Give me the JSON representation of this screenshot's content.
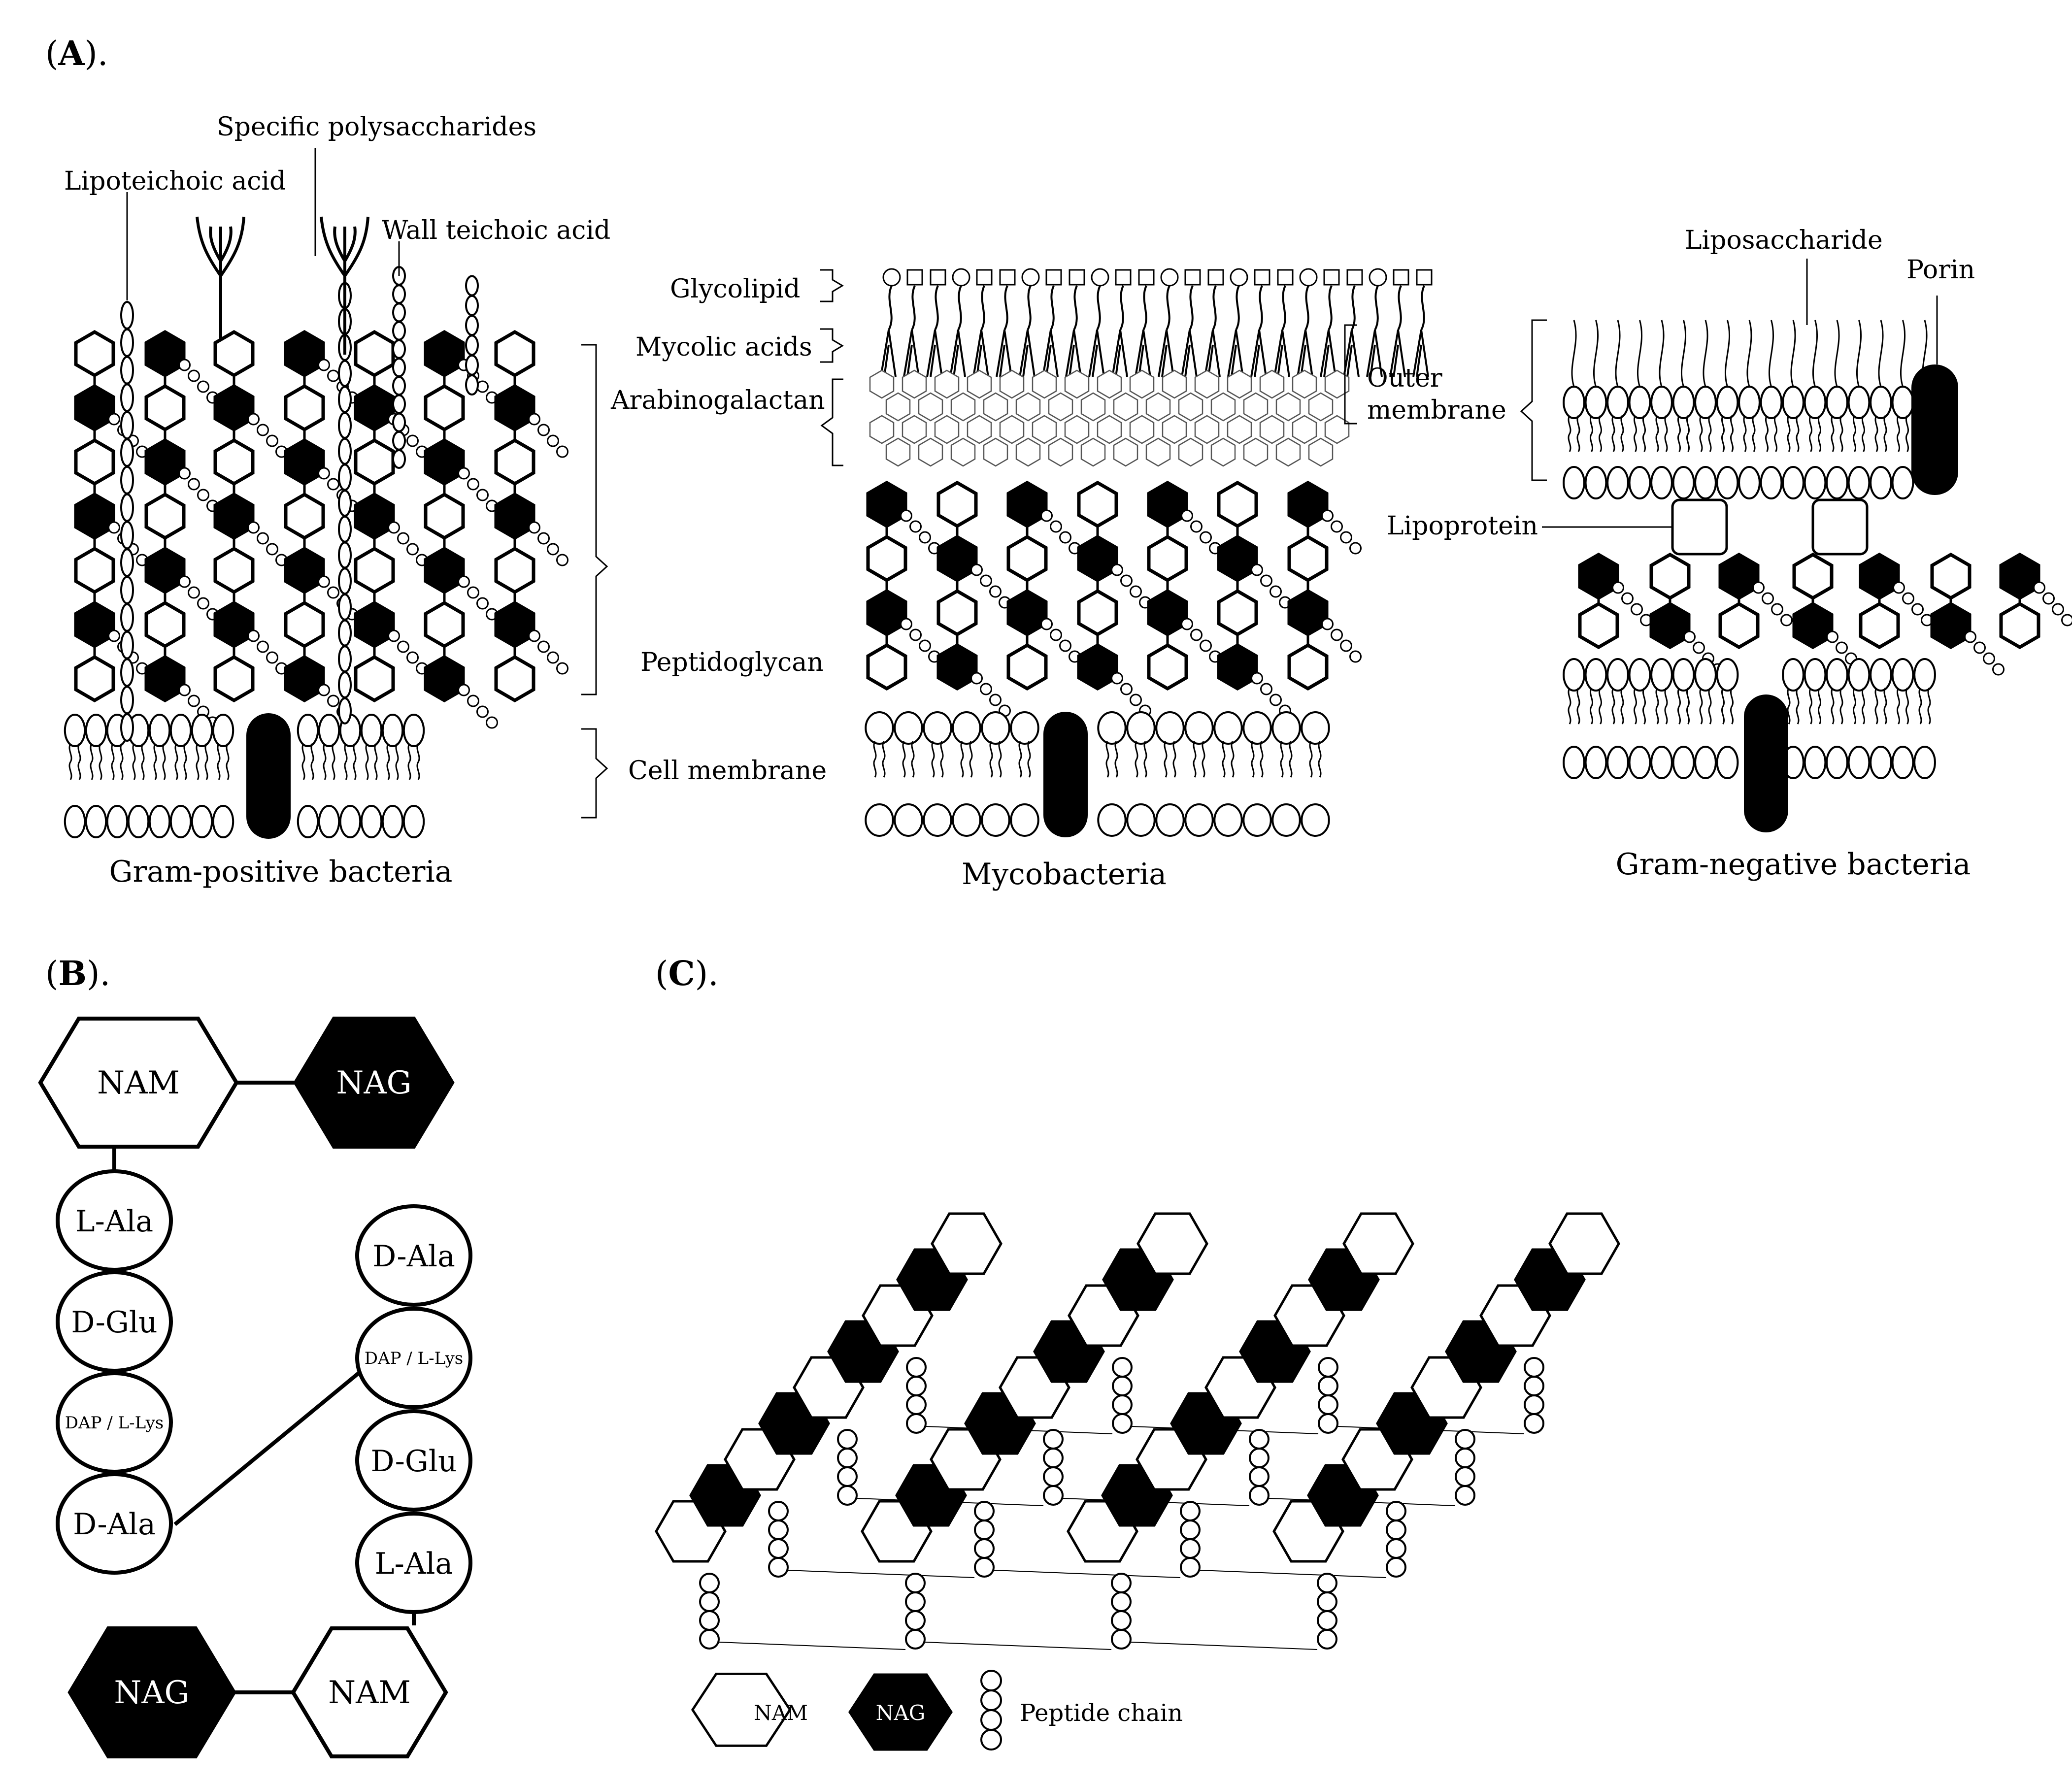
{
  "panels": {
    "a": {
      "label_letter": "A",
      "label_suffix": ").",
      "gram_positive": {
        "caption": "Gram-positive bacteria",
        "specific_polysaccharides": "Specific polysaccharides",
        "lipoteichoic_acid": "Lipoteichoic acid",
        "wall_teichoic_acid": "Wall teichoic acid",
        "peptidoglycan": "Peptidoglycan",
        "cell_membrane": "Cell membrane"
      },
      "mycobacteria": {
        "caption": "Mycobacteria",
        "glycolipid": "Glycolipid",
        "mycolic_acids": "Mycolic acids",
        "arabinogalactan": "Arabinogalactan"
      },
      "gram_negative": {
        "caption": "Gram-negative bacteria",
        "liposaccharide": "Liposaccharide",
        "porin": "Porin",
        "outer_membrane_line1": "Outer",
        "outer_membrane_line2": "membrane",
        "lipoprotein": "Lipoprotein"
      }
    },
    "b": {
      "label_letter": "B",
      "label_suffix": ").",
      "nam": "NAM",
      "nag": "NAG",
      "left_chain": [
        "L-Ala",
        "D-Glu",
        "DAP / L-Lys",
        "D-Ala"
      ],
      "right_chain": [
        "D-Ala",
        "DAP / L-Lys",
        "D-Glu",
        "L-Ala"
      ]
    },
    "c": {
      "label_letter": "C",
      "label_suffix": ").",
      "legend": {
        "nam": "NAM",
        "nag": "NAG",
        "peptide_chain": "Peptide chain"
      }
    }
  },
  "colors": {
    "line": "#000000",
    "fill_dark": "#000000",
    "fill_light": "#ffffff",
    "hex_light_stroke": "#555555"
  }
}
